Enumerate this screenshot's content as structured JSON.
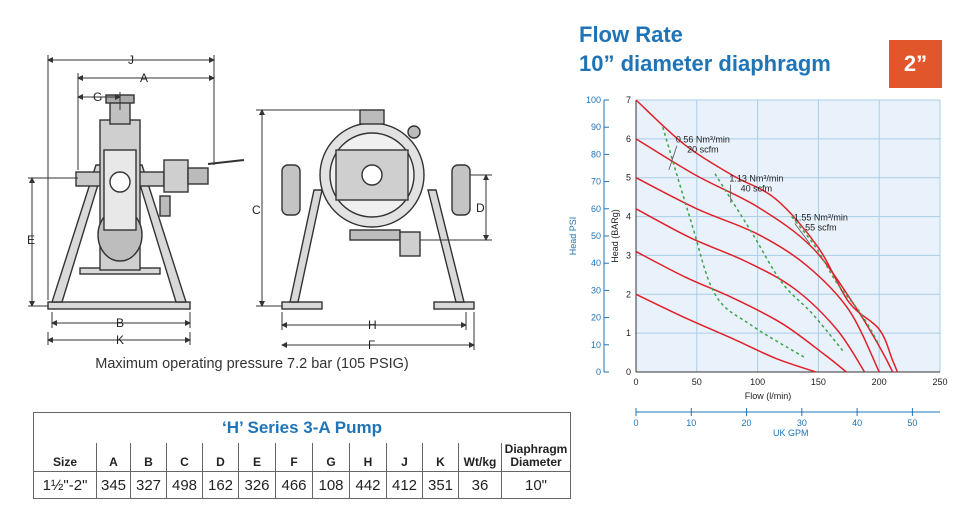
{
  "drawing": {
    "front_dims": [
      "J",
      "A",
      "G",
      "E",
      "B",
      "K"
    ],
    "side_dims": [
      "C",
      "D",
      "H",
      "F"
    ],
    "caption": "Maximum operating pressure 7.2 bar (105 PSIG)"
  },
  "spec_table": {
    "title": "‘H’ Series 3-A Pump",
    "headers": [
      "Size",
      "A",
      "B",
      "C",
      "D",
      "E",
      "F",
      "G",
      "H",
      "J",
      "K",
      "Wt/kg",
      "Diaphragm Diameter"
    ],
    "rows": [
      [
        "1½\"-2\"",
        "345",
        "327",
        "498",
        "162",
        "326",
        "466",
        "108",
        "442",
        "412",
        "351",
        "36",
        "10\""
      ]
    ]
  },
  "flow_title": {
    "line1": "Flow Rate",
    "line2": "10” diameter diaphragm",
    "badge": "2”"
  },
  "colors": {
    "brand_blue": "#1f74b7",
    "badge_orange": "#e2562c",
    "curve_red": "#e0202a",
    "air_green": "#3aa54a",
    "grid_blue": "#a9cde8",
    "plot_bg": "#e9f2fa"
  },
  "chart_data": {
    "type": "line",
    "xlabel": "Flow (l/min)",
    "ylabel": "Head (BARg)",
    "xlim": [
      0,
      250
    ],
    "ylim": [
      0,
      7
    ],
    "x_ticks": [
      0,
      50,
      100,
      150,
      200,
      250
    ],
    "y_ticks": [
      0,
      1,
      2,
      3,
      4,
      5,
      6,
      7
    ],
    "grid": true,
    "secondary_y": {
      "label": "Head PSI",
      "ticks": [
        0,
        10,
        20,
        30,
        40,
        50,
        60,
        70,
        80,
        90,
        100
      ]
    },
    "secondary_x": {
      "label": "UK GPM",
      "ticks": [
        0,
        10,
        20,
        30,
        40,
        50
      ]
    },
    "annotations": [
      {
        "line1": "0.56 Nm³/min",
        "line2": "20 scfm",
        "x": 55,
        "y": 5.9,
        "arrow_to": [
          27,
          5.2
        ]
      },
      {
        "line1": "1.13 Nm³/min",
        "line2": "40 scfm",
        "x": 99,
        "y": 4.9,
        "arrow_to": [
          78,
          4.35
        ]
      },
      {
        "line1": "1.55 Nm³/min",
        "line2": "55 scfm",
        "x": 152,
        "y": 3.9,
        "arrow_to": [
          143,
          3.3
        ]
      }
    ],
    "series": [
      {
        "kind": "pressure",
        "points": [
          [
            0,
            2.0
          ],
          [
            40,
            1.4
          ],
          [
            80,
            0.85
          ],
          [
            115,
            0.35
          ],
          [
            148,
            0.0
          ]
        ]
      },
      {
        "kind": "pressure",
        "points": [
          [
            0,
            3.1
          ],
          [
            40,
            2.45
          ],
          [
            80,
            1.9
          ],
          [
            120,
            1.25
          ],
          [
            155,
            0.45
          ],
          [
            173,
            0.0
          ]
        ]
      },
      {
        "kind": "pressure",
        "points": [
          [
            0,
            4.2
          ],
          [
            45,
            3.45
          ],
          [
            90,
            2.85
          ],
          [
            130,
            2.15
          ],
          [
            165,
            1.1
          ],
          [
            188,
            0.0
          ]
        ]
      },
      {
        "kind": "pressure",
        "points": [
          [
            0,
            5.0
          ],
          [
            50,
            4.2
          ],
          [
            100,
            3.55
          ],
          [
            140,
            2.75
          ],
          [
            175,
            1.6
          ],
          [
            200,
            0.0
          ]
        ]
      },
      {
        "kind": "pressure",
        "points": [
          [
            0,
            6.0
          ],
          [
            50,
            5.05
          ],
          [
            100,
            4.25
          ],
          [
            145,
            3.2
          ],
          [
            180,
            1.7
          ],
          [
            202,
            0.55
          ],
          [
            211,
            0.0
          ]
        ]
      },
      {
        "kind": "pressure",
        "points": [
          [
            0,
            7.0
          ],
          [
            40,
            5.85
          ],
          [
            80,
            5.05
          ],
          [
            115,
            4.45
          ],
          [
            150,
            3.2
          ],
          [
            175,
            1.8
          ],
          [
            200,
            1.1
          ],
          [
            211,
            0.3
          ],
          [
            215,
            0.0
          ]
        ]
      },
      {
        "kind": "air",
        "points": [
          [
            22,
            6.3
          ],
          [
            45,
            3.9
          ],
          [
            65,
            2.0
          ],
          [
            95,
            1.2
          ],
          [
            140,
            0.35
          ]
        ]
      },
      {
        "kind": "air",
        "points": [
          [
            65,
            5.1
          ],
          [
            95,
            3.6
          ],
          [
            120,
            2.3
          ],
          [
            145,
            1.5
          ],
          [
            170,
            0.55
          ]
        ]
      },
      {
        "kind": "air",
        "points": [
          [
            128,
            4.0
          ],
          [
            148,
            3.2
          ],
          [
            165,
            2.3
          ],
          [
            185,
            1.5
          ],
          [
            200,
            0.7
          ]
        ]
      }
    ]
  }
}
